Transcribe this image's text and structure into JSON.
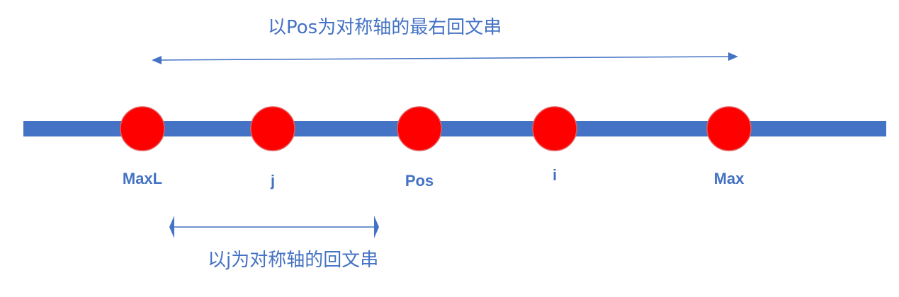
{
  "captions": {
    "top": "以Pos为对称轴的最右回文串",
    "bottom": "以j为对称轴的回文串"
  },
  "points": [
    {
      "id": "maxl",
      "label": "MaxL"
    },
    {
      "id": "j",
      "label": "j"
    },
    {
      "id": "pos",
      "label": "Pos"
    },
    {
      "id": "i",
      "label": "i"
    },
    {
      "id": "max",
      "label": "Max"
    }
  ],
  "colors": {
    "line": "#4472c4",
    "point_fill": "#ff0000",
    "point_stroke": "#e06060",
    "text": "#4472c4",
    "arrow": "#4472c4"
  }
}
